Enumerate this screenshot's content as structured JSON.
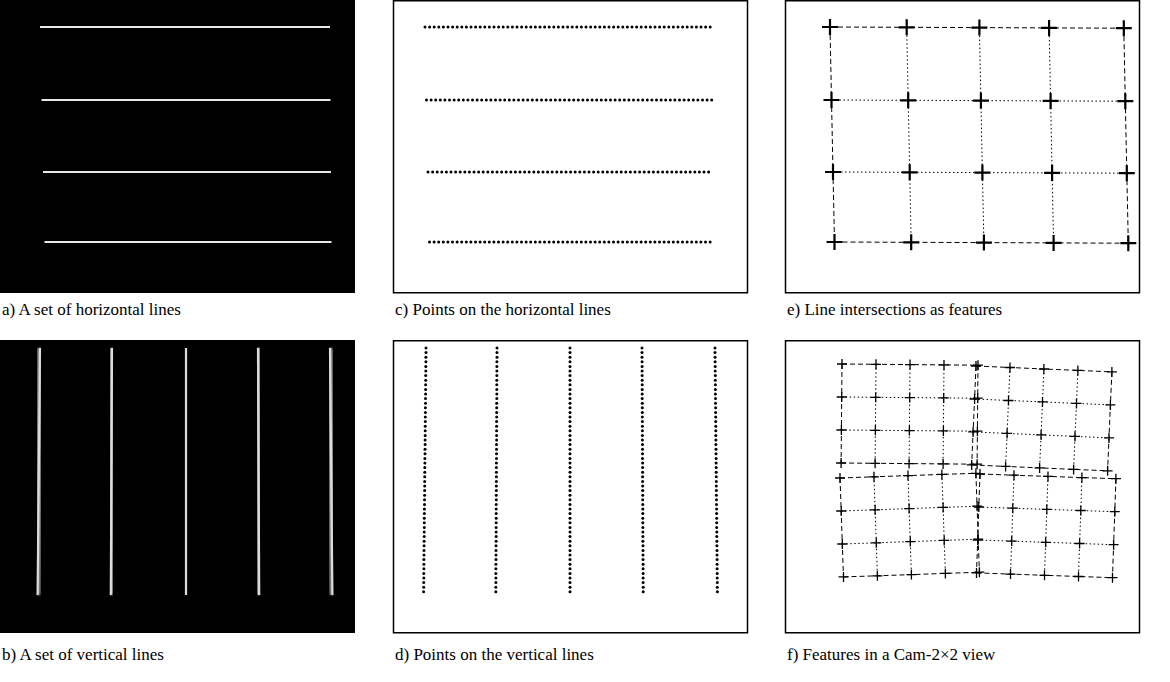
{
  "diagram": {
    "labels": [
      "a) A set of horizontal lines",
      "c) Points on the horizontal lines",
      "e) Line intersections as features",
      "b) A set of vertical lines",
      "d) Points on the vertical lines",
      "f) Features in a Cam-2×2 view"
    ]
  }
}
